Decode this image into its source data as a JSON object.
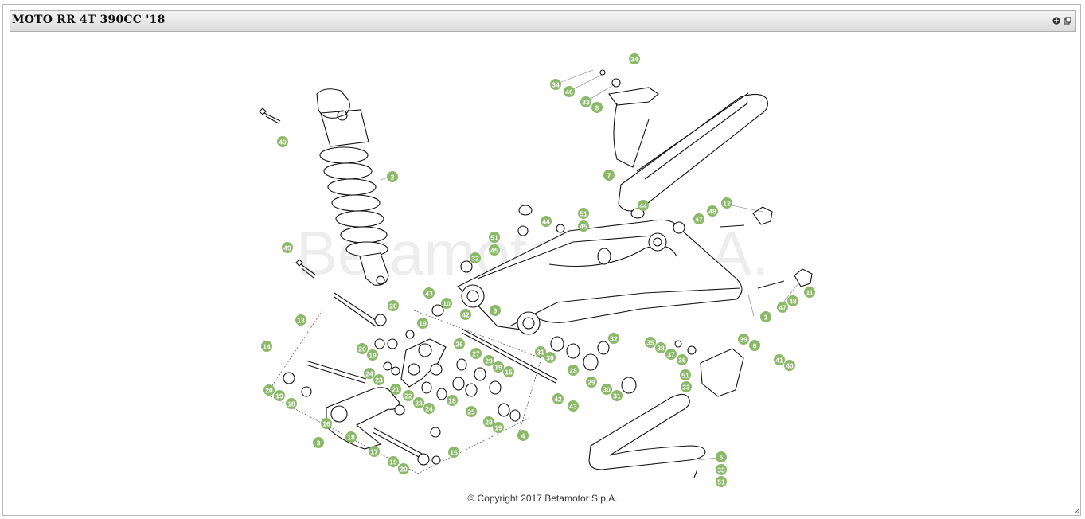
{
  "window": {
    "title": "MOTO RR 4T 390CC '18",
    "actions": [
      {
        "name": "expand-icon",
        "label": "+"
      },
      {
        "name": "restore-icon",
        "label": "restore"
      }
    ]
  },
  "diagram": {
    "watermark": "Betamotor S.p.A.",
    "callouts": [
      "34",
      "34",
      "46",
      "33",
      "8",
      "49",
      "2",
      "7",
      "44",
      "44",
      "51",
      "45",
      "47",
      "48",
      "12",
      "49",
      "51",
      "45",
      "32",
      "13",
      "20",
      "43",
      "10",
      "19",
      "42",
      "9",
      "20",
      "19",
      "26",
      "27",
      "29",
      "19",
      "15",
      "31",
      "30",
      "32",
      "35",
      "38",
      "37",
      "36",
      "39",
      "6",
      "41",
      "40",
      "14",
      "24",
      "23",
      "28",
      "29",
      "30",
      "31",
      "51",
      "33",
      "20",
      "19",
      "18",
      "21",
      "22",
      "23",
      "24",
      "18",
      "25",
      "28",
      "19",
      "4",
      "42",
      "43",
      "16",
      "18",
      "3",
      "17",
      "15",
      "19",
      "20",
      "5",
      "33",
      "51",
      "11",
      "47",
      "48",
      "1"
    ]
  },
  "footer": {
    "copyright": "© Copyright 2017 Betamotor S.p.A."
  }
}
